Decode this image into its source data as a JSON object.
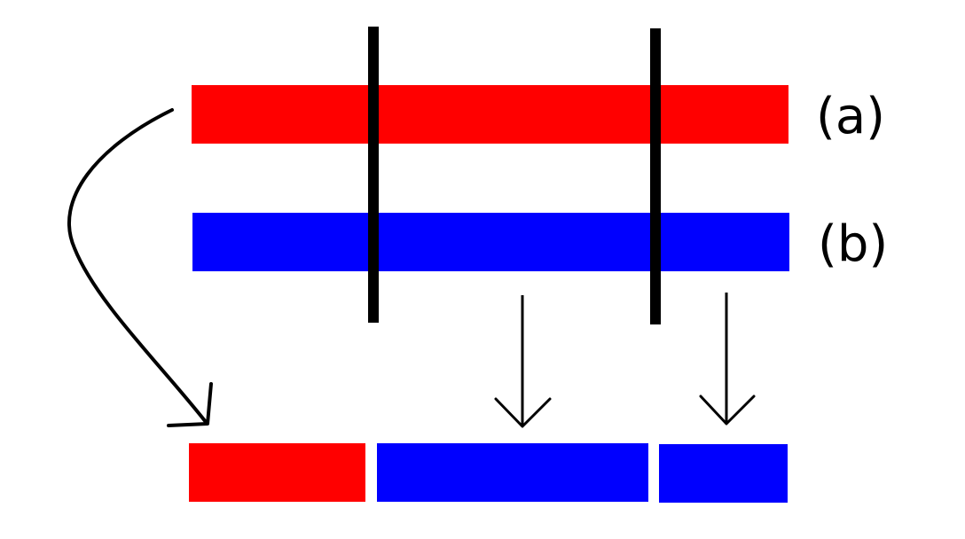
{
  "labels": {
    "parent_a": "(a)",
    "parent_b": "(b)"
  },
  "colors": {
    "parent_a": "#ff0000",
    "parent_b": "#0000ff",
    "cut_line": "#000000",
    "arrow": "#000000",
    "background": "#ffffff"
  },
  "cut_points": 2,
  "offspring_segments": [
    {
      "source": "parent_a",
      "color": "#ff0000"
    },
    {
      "source": "parent_b",
      "color": "#0000ff"
    },
    {
      "source": "parent_b",
      "color": "#0000ff"
    }
  ]
}
